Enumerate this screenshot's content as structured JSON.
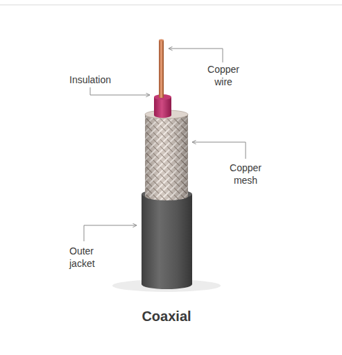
{
  "diagram": {
    "title": "Coaxial",
    "labels": [
      "Copper wire",
      "Insulation",
      "Copper mesh",
      "Outer jacket"
    ]
  }
}
